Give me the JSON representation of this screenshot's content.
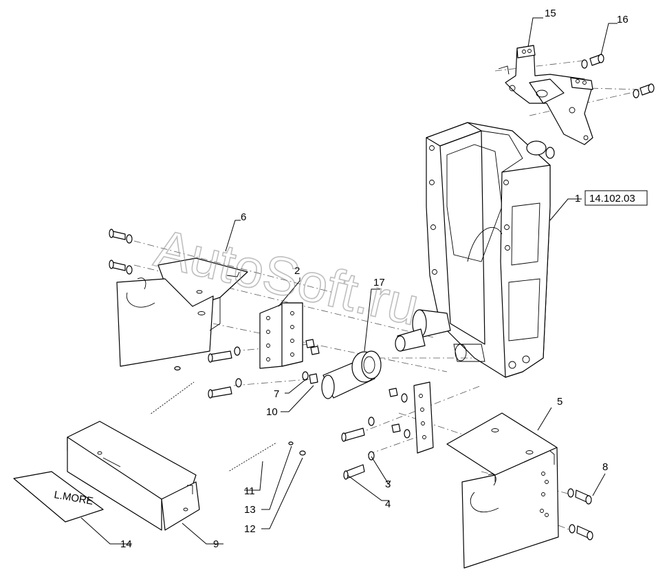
{
  "diagram": {
    "callouts": [
      "1",
      "2",
      "3",
      "4",
      "5",
      "6",
      "7",
      "8",
      "9",
      "10",
      "11",
      "12",
      "13",
      "14",
      "15",
      "16",
      "17"
    ],
    "reference": "14.102.03",
    "watermark": "AutoSoft.ru",
    "decal_text": "L.MORE"
  }
}
